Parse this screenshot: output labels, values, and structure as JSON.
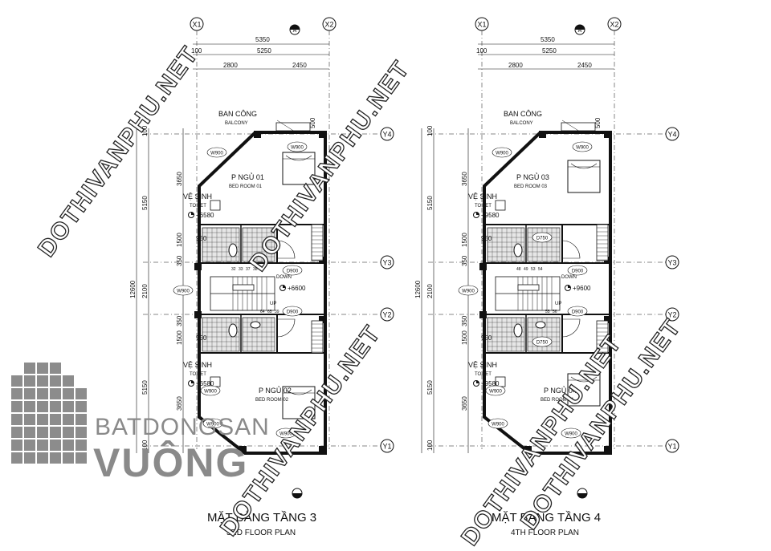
{
  "grid_labels": {
    "x1": "X1",
    "x2": "X2",
    "y1": "Y1",
    "y2": "Y2",
    "y3": "Y3",
    "y4": "Y4",
    "section_mark": "A"
  },
  "dimensions": {
    "total_width": "5350",
    "offset": "100",
    "inner_width": "5250",
    "left_bay": "2800",
    "right_bay": "2450",
    "total_depth": "12600",
    "bay_a": "5150",
    "bay_b": "2100",
    "bed_depth": "3650",
    "wc_depth": "1500",
    "gap": "350",
    "balcony_depth": "500",
    "edge": "100",
    "wc_width": "950"
  },
  "labels": {
    "balcony_vi": "BAN CÔNG",
    "balcony_en": "BALCONY",
    "toilet_vi": "VỆ SINH",
    "toilet_en": "TOILET",
    "down": "DOWN",
    "up": "UP"
  },
  "elements": {
    "window": "W900",
    "door": "D900",
    "door_wc": "D750"
  },
  "plans": [
    {
      "title": "MẶT BẰNG TẦNG 3",
      "subtitle": "3RD  FLOOR PLAN",
      "room_top_vi": "P NGỦ 01",
      "room_top_en": "BED ROOM 01",
      "room_bottom_vi": "P NGỦ 02",
      "room_bottom_en": "BED ROOM 02",
      "level_stair": "+6600",
      "level_wc": "+6580",
      "steps": [
        "32",
        "33",
        "37",
        "38",
        "64",
        "65",
        "39"
      ]
    },
    {
      "title": "MẶT BẰNG TẦNG 4",
      "subtitle": "4TH  FLOOR PLAN",
      "room_top_vi": "P NGỦ 03",
      "room_top_en": "BED ROOM 03",
      "room_bottom_vi": "P NGỦ 04",
      "room_bottom_en": "BED ROOM 04",
      "level_stair": "+9600",
      "level_wc": "+9580",
      "steps": [
        "48",
        "49",
        "53",
        "54",
        "55",
        "56"
      ]
    }
  ],
  "branding": {
    "line1": "BATDONGSAN",
    "line2": "VUÔNG"
  },
  "watermark": "DOTHIVANPHU.NET"
}
